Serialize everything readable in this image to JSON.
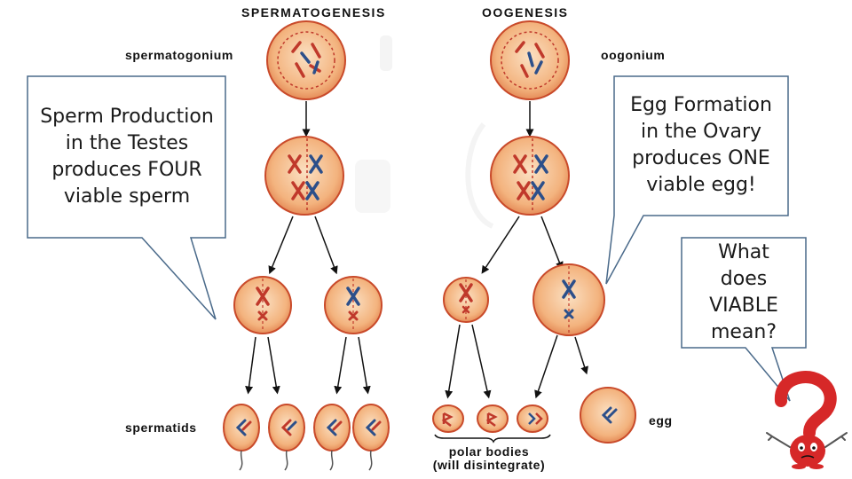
{
  "headings": {
    "left": "SPERMATOGENESIS",
    "right": "OOGENESIS"
  },
  "labels": {
    "spermatogonium": "spermatogonium",
    "oogonium": "oogonium",
    "spermatids": "spermatids",
    "egg": "egg",
    "polar_bodies_line1": "polar bodies",
    "polar_bodies_line2": "(will disintegrate)"
  },
  "callouts": {
    "sperm": [
      "Sperm Production",
      "in the Testes",
      "produces FOUR",
      "viable sperm"
    ],
    "egg": [
      "Egg Formation",
      "in the Ovary",
      "produces ONE",
      "viable egg!"
    ],
    "viable": [
      "What",
      "does",
      "VIABLE",
      "mean?"
    ]
  },
  "colors": {
    "cell_fill": "#f3b37e",
    "cell_edge": "#c94a2a",
    "chromosome_red": "#c0392b",
    "chromosome_blue": "#2c4f8a",
    "callout_border": "#4a6a8a",
    "question_mark": "#d62828"
  }
}
